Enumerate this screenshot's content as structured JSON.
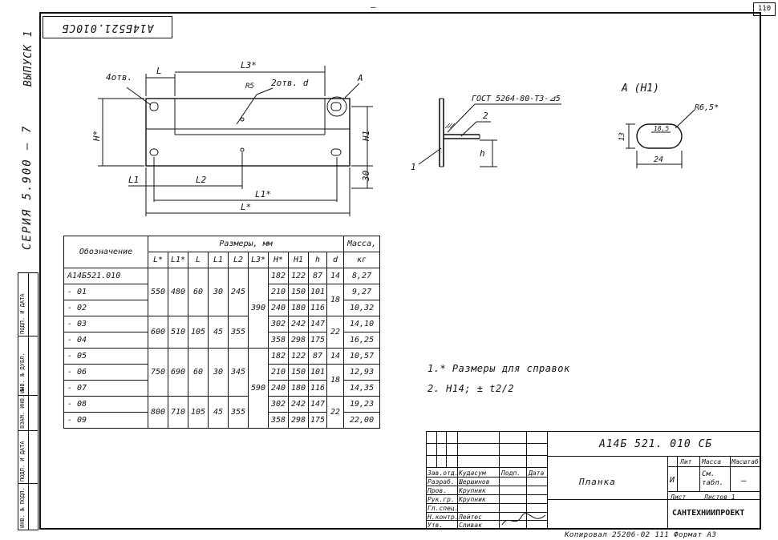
{
  "sheet": {
    "page_number": "110",
    "top_mark": "—",
    "rotated_title": "А14Б521.010СБ",
    "series_label": "СЕРИЯ 5.900 — 7",
    "issue_label": "ВЫПУСК 1",
    "side_columns": [
      "ИНВ. № ПОДЛ.",
      "ПОДП. И ДАТА",
      "ВЗАМ. ИНВ. №",
      "ИНВ. № ДУБЛ.",
      "ПОДП. И ДАТА"
    ]
  },
  "drawing": {
    "label_4otv": "4отв.",
    "label_L": "L",
    "label_L3": "L3*",
    "label_R5": "R5",
    "label_2otv": "2отв. d",
    "label_A": "A",
    "label_Hstar": "H*",
    "label_H1": "H1",
    "label_30": "30",
    "label_L1": "L1",
    "label_L2": "L2",
    "label_L1star": "L1*",
    "label_Lstar": "L*",
    "label_gost": "ГОСТ 5264-80-Т3-⊿5",
    "label_1": "1",
    "label_2": "2",
    "label_h": "h",
    "label_view": "А (Н1)",
    "label_R65": "R6,5*",
    "label_13": "13",
    "label_185": "18,5",
    "label_24": "24"
  },
  "table": {
    "header_designation": "Обозначение",
    "header_dimensions": "Размеры, мм",
    "header_mass": "Масса,",
    "header_kg": "кг",
    "columns": [
      "L*",
      "L1*",
      "L",
      "L1",
      "L2",
      "L3*",
      "H*",
      "H1",
      "h",
      "d"
    ],
    "rows": [
      {
        "des": "А14Б521.010",
        "L": "550",
        "L1s": "480",
        "Ls": "60",
        "L1": "30",
        "L2": "245",
        "L3": "",
        "H": "182",
        "H1": "122",
        "h": "87",
        "d": "14",
        "m": "8,27"
      },
      {
        "des": "- 01",
        "L": "",
        "L1s": "",
        "Ls": "",
        "L1": "",
        "L2": "",
        "L3": "390",
        "H": "210",
        "H1": "150",
        "h": "101",
        "d": "18",
        "m": "9,27"
      },
      {
        "des": "- 02",
        "L": "",
        "L1s": "",
        "Ls": "",
        "L1": "",
        "L2": "",
        "L3": "",
        "H": "240",
        "H1": "180",
        "h": "116",
        "d": "",
        "m": "10,32"
      },
      {
        "des": "- 03",
        "L": "600",
        "L1s": "510",
        "Ls": "105",
        "L1": "45",
        "L2": "355",
        "L3": "",
        "H": "302",
        "H1": "242",
        "h": "147",
        "d": "22",
        "m": "14,10"
      },
      {
        "des": "- 04",
        "L": "",
        "L1s": "",
        "Ls": "",
        "L1": "",
        "L2": "",
        "L3": "",
        "H": "358",
        "H1": "298",
        "h": "175",
        "d": "",
        "m": "16,25"
      },
      {
        "des": "- 05",
        "L": "750",
        "L1s": "690",
        "Ls": "60",
        "L1": "30",
        "L2": "345",
        "L3": "",
        "H": "182",
        "H1": "122",
        "h": "87",
        "d": "14",
        "m": "10,57"
      },
      {
        "des": "- 06",
        "L": "",
        "L1s": "",
        "Ls": "",
        "L1": "",
        "L2": "",
        "L3": "590",
        "H": "210",
        "H1": "150",
        "h": "101",
        "d": "18",
        "m": "12,93"
      },
      {
        "des": "- 07",
        "L": "",
        "L1s": "",
        "Ls": "",
        "L1": "",
        "L2": "",
        "L3": "",
        "H": "240",
        "H1": "180",
        "h": "116",
        "d": "",
        "m": "14,35"
      },
      {
        "des": "- 08",
        "L": "800",
        "L1s": "710",
        "Ls": "105",
        "L1": "45",
        "L2": "355",
        "L3": "",
        "H": "302",
        "H1": "242",
        "h": "147",
        "d": "22",
        "m": "19,23"
      },
      {
        "des": "- 09",
        "L": "",
        "L1s": "",
        "Ls": "",
        "L1": "",
        "L2": "",
        "L3": "",
        "H": "358",
        "H1": "298",
        "h": "175",
        "d": "",
        "m": "22,00"
      }
    ]
  },
  "notes": {
    "note1": "1.* Размеры для справок",
    "note2": "2. Н14; ± t2/2"
  },
  "titleblock": {
    "code": "А14Б 521. 010 СБ",
    "name": "Планка",
    "lit": "Лит",
    "mass": "Масса",
    "scale": "Масштаб",
    "lit_val": "И",
    "mass_val": "См. табл.",
    "scale_val": "—",
    "sheet": "Лист",
    "sheets": "Листов 1",
    "org": "САНТЕХНИИПРОЕКТ",
    "roles": [
      {
        "role": "Зав.отд.",
        "name": "Кудасум",
        "sig": "Подп.",
        "date": "Дата"
      },
      {
        "role": "Разраб.",
        "name": "Шершинов",
        "sig": "",
        "date": ""
      },
      {
        "role": "Пров.",
        "name": "Крупник",
        "sig": "",
        "date": ""
      },
      {
        "role": "Рук.гр.",
        "name": "Крупник",
        "sig": "",
        "date": ""
      },
      {
        "role": "Гл.спец.",
        "name": "",
        "sig": "",
        "date": ""
      },
      {
        "role": "Н.контр.",
        "name": "Лейтес",
        "sig": "",
        "date": ""
      },
      {
        "role": "Утв.",
        "name": "Сливак",
        "sig": "",
        "date": ""
      }
    ],
    "footer": "Копировал   25206-02   111   Формат  А3"
  }
}
